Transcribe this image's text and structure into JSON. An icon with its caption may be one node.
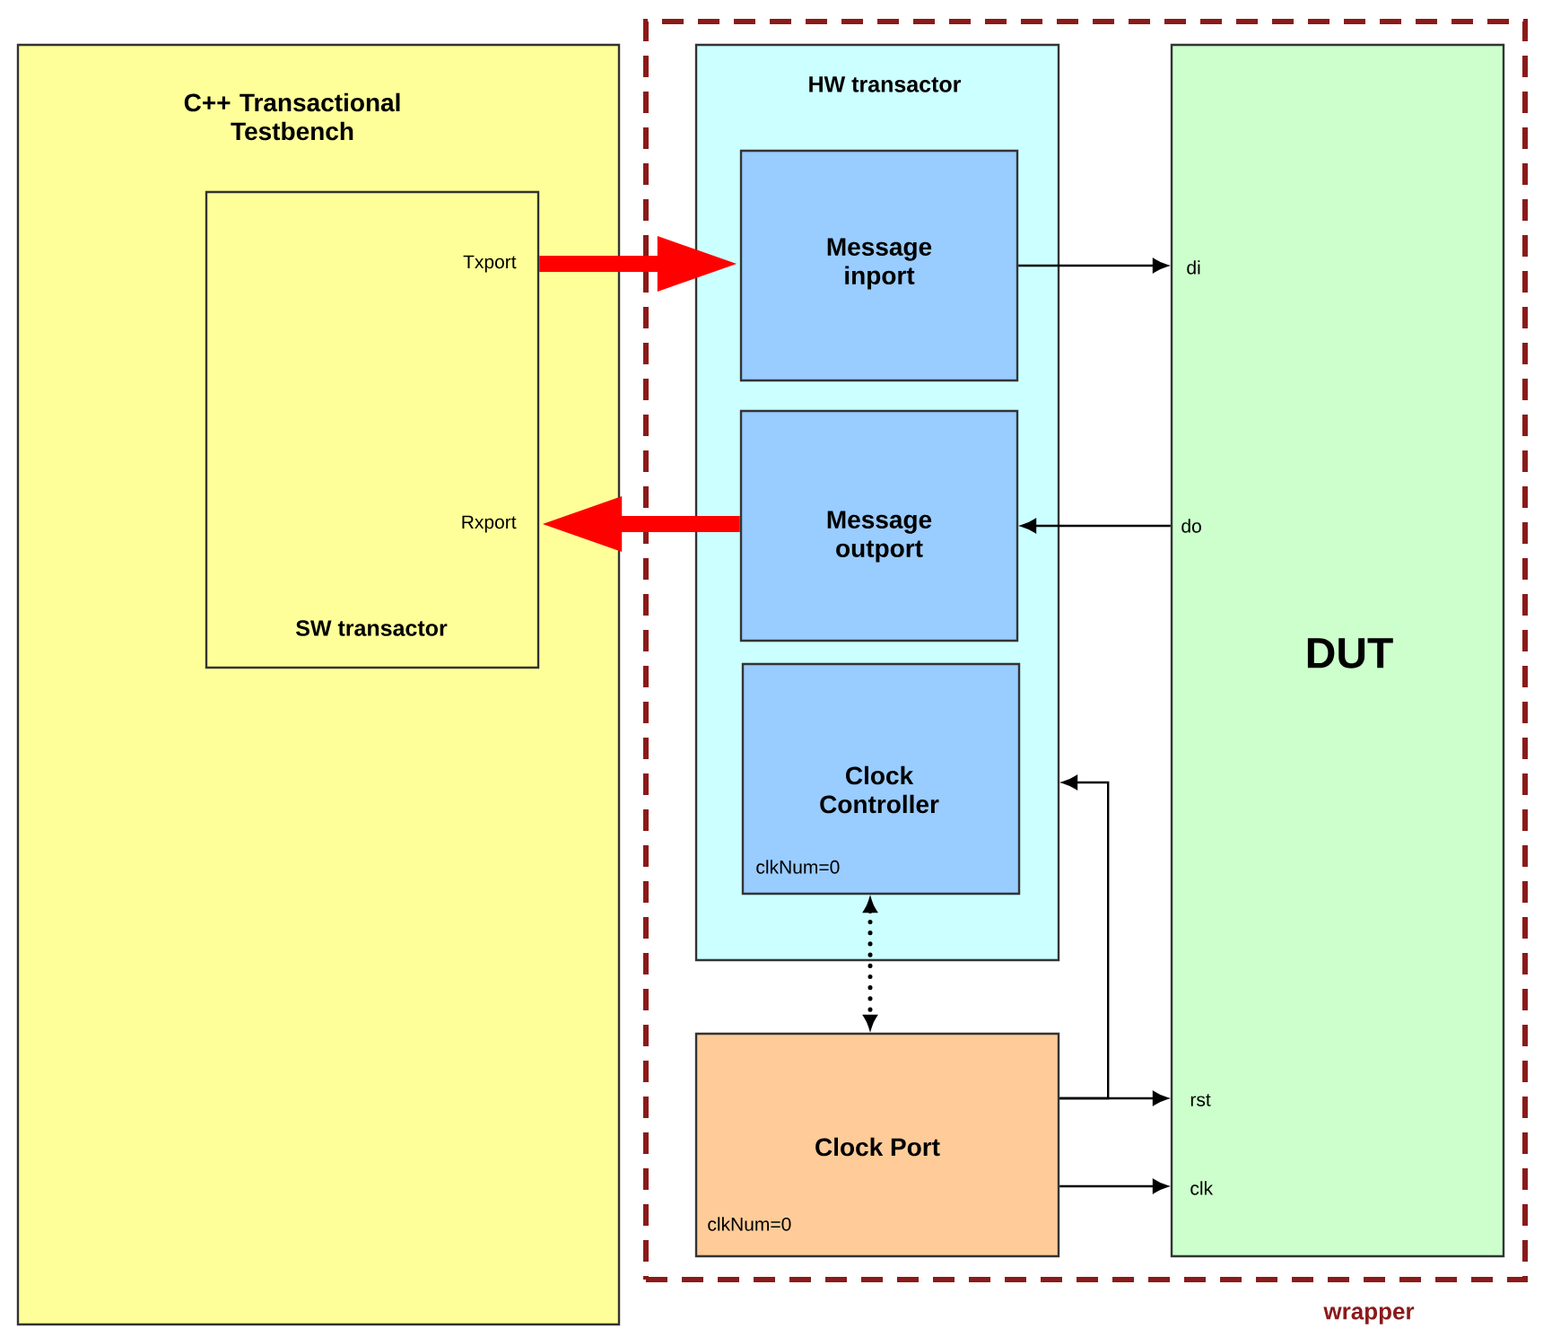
{
  "diagram": {
    "nodes": [
      {
        "text": [
          "wrapper"
        ]
      },
      {
        "text": [
          "C++ Transactional Testbench"
        ]
      },
      {
        "text": [
          "SW transactor",
          "Txport",
          "Rxport"
        ],
        "in": 1
      },
      {
        "text": [
          "HW transactor"
        ],
        "in": 0
      },
      {
        "text": [
          "Message inport"
        ],
        "in": 3
      },
      {
        "text": [
          "Message outport"
        ],
        "in": 3
      },
      {
        "text": [
          "Clock Controller",
          "clkNum=0"
        ],
        "in": 3
      },
      {
        "text": [
          "Clock Port",
          "clkNum=0"
        ],
        "in": 0
      },
      {
        "text": [
          "DUT",
          "di",
          "do",
          "rst",
          "clk"
        ],
        "in": 0
      }
    ],
    "edges": [
      {
        "from": 2,
        "to": 4,
        "arrow": "to",
        "style": "thick",
        "color": "#ff0000"
      },
      {
        "from": 5,
        "to": 2,
        "arrow": "to",
        "style": "thick",
        "color": "#ff0000"
      },
      {
        "from": 4,
        "to": 8,
        "arrow": "to"
      },
      {
        "from": 8,
        "to": 5,
        "arrow": "to"
      },
      {
        "from": 6,
        "to": 7,
        "arrow": "both",
        "style": "dashed"
      },
      {
        "from": 7,
        "to": 8,
        "arrow": "to"
      },
      {
        "from": 7,
        "to": 3,
        "arrow": "to"
      },
      {
        "from": 7,
        "to": 8,
        "arrow": "to"
      }
    ]
  }
}
